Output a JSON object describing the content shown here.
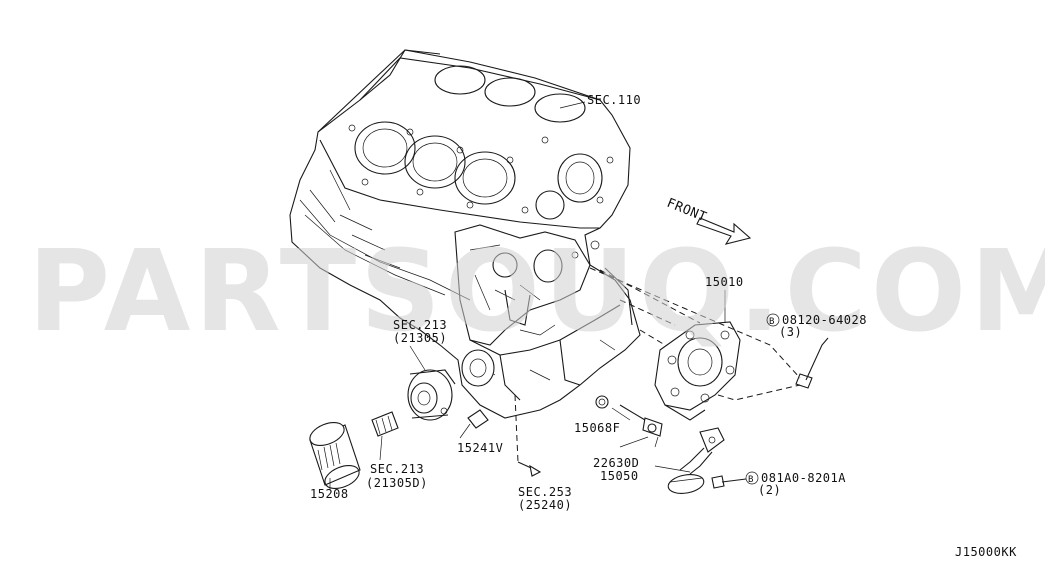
{
  "watermark": "PARTSOUQ.COM",
  "diagram_code": "J15000KK",
  "front_label": "FRONT",
  "labels": {
    "sec110": "SEC.110",
    "p15010": "15010",
    "bolt_upper_code": "08120-64028",
    "bolt_upper_qty": "(3)",
    "sec213a": "SEC.213",
    "sec213a_sub": "(21305)",
    "sec213b": "SEC.213",
    "sec213b_sub": "(21305D)",
    "p15208": "15208",
    "p15241v": "15241V",
    "sec253": "SEC.253",
    "sec253_sub": "(25240)",
    "p15068f": "15068F",
    "p22630d": "22630D",
    "p15050": "15050",
    "bolt_lower_code": "081A0-8201A",
    "bolt_lower_qty": "(2)",
    "bolt_symbol": "B"
  }
}
